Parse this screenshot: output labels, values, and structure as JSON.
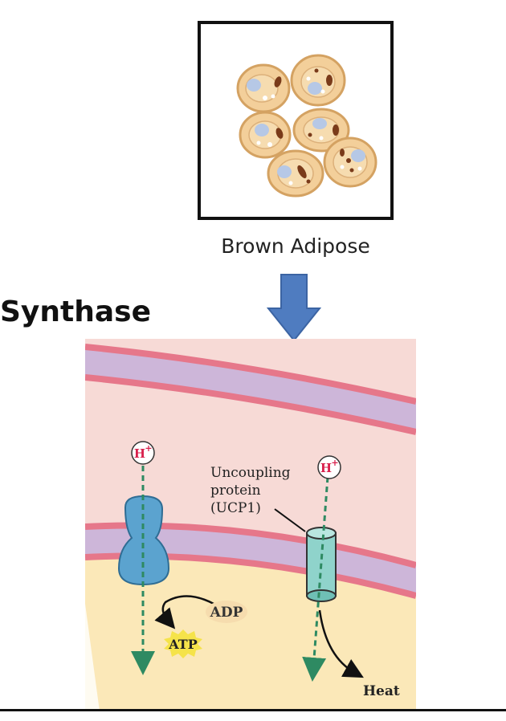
{
  "brown_adipose_label": "Brown Adipose",
  "side_title": "Synthase",
  "labels": {
    "proton": "H",
    "proton_charge": "+",
    "ucp_line1": "Uncoupling",
    "ucp_line2": "protein",
    "ucp_line3": "(UCP1)",
    "adp": "ADP",
    "atp": "ATP",
    "heat": "Heat"
  },
  "colors": {
    "fat_cell_fill": "#f3cf9a",
    "fat_cell_stroke": "#d4a262",
    "lipid_droplet": "#b6c8e6",
    "mitochondria": "#7a3b1a",
    "block_arrow": "#4f7cc0",
    "intermembrane": "#f7dad6",
    "membrane_pink": "#e6778a",
    "membrane_lavender": "#cdb6d9",
    "matrix": "#fbe8b8",
    "atp_synthase": "#5ba3cf",
    "ucp1": "#8fd3cb",
    "proton_path": "#2e8a62",
    "atp_burst": "#f5e34a"
  }
}
